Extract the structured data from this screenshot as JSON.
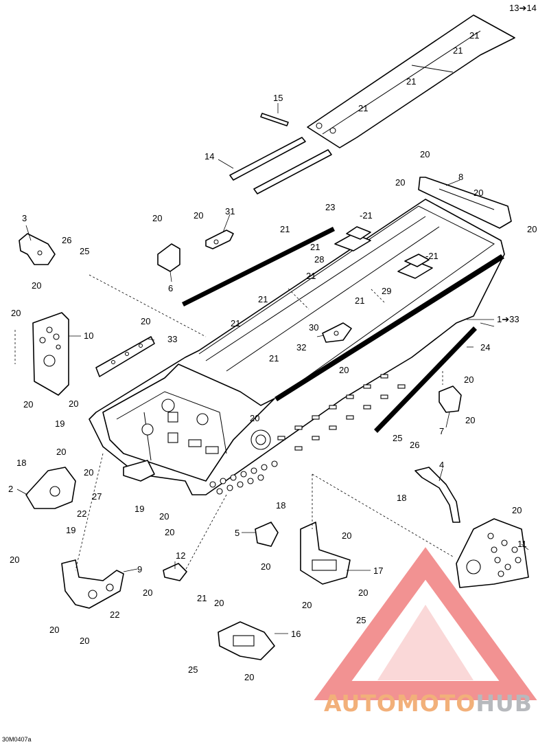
{
  "diagram": {
    "drawing_code": "30M0407a",
    "watermark": {
      "text_part1": "AUTOMOTO",
      "text_part2": "HUB",
      "color_part1": "#f2b07a",
      "color_part2": "#b7b9bd",
      "triangle_color": "#f07f7f"
    },
    "callouts": [
      "13➔14",
      "21",
      "21",
      "21",
      "21",
      "15",
      "14",
      "20",
      "20",
      "8",
      "20",
      "20",
      "3",
      "20",
      "26",
      "25",
      "20",
      "31",
      "21",
      "23",
      "-21",
      "21",
      "28",
      "-21",
      "20",
      "6",
      "21",
      "21",
      "29",
      "21",
      "1➔33",
      "10",
      "20",
      "20",
      "33",
      "21",
      "30",
      "32",
      "24",
      "21",
      "20",
      "20",
      "20",
      "20",
      "7",
      "20",
      "19",
      "20",
      "18",
      "20",
      "2",
      "27",
      "22",
      "19",
      "25",
      "26",
      "18",
      "4",
      "19",
      "20",
      "20",
      "18",
      "20",
      "11",
      "5",
      "20",
      "20",
      "12",
      "9",
      "17",
      "20",
      "20",
      "20",
      "21",
      "22",
      "20",
      "20",
      "20",
      "20",
      "16",
      "25",
      "20",
      "25",
      "20"
    ]
  }
}
